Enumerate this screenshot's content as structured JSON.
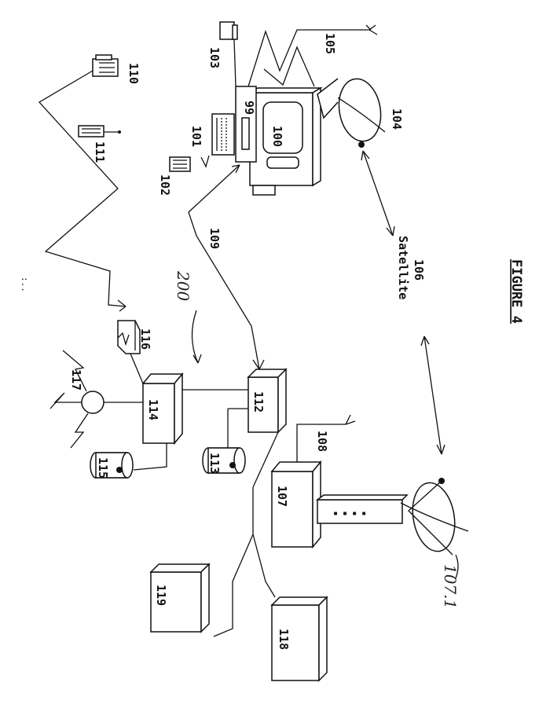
{
  "figure": {
    "title": "FIGURE 4",
    "labels": {
      "n99": "99",
      "n100": "100",
      "n101": "101",
      "n102": "102",
      "n103": "103",
      "n104": "104",
      "n105": "105",
      "n106": "106",
      "n106_text": "Satellite",
      "n107": "107",
      "n107_1": "107.1",
      "n108": "108",
      "n109": "109",
      "n110": "110",
      "n111": "111",
      "n112": "112",
      "n113": "113",
      "n114": "114",
      "n115": "115",
      "n116": "116",
      "n117": "117",
      "n118": "118",
      "n119": "119",
      "n200": "200"
    },
    "margin_mark": ":.."
  }
}
